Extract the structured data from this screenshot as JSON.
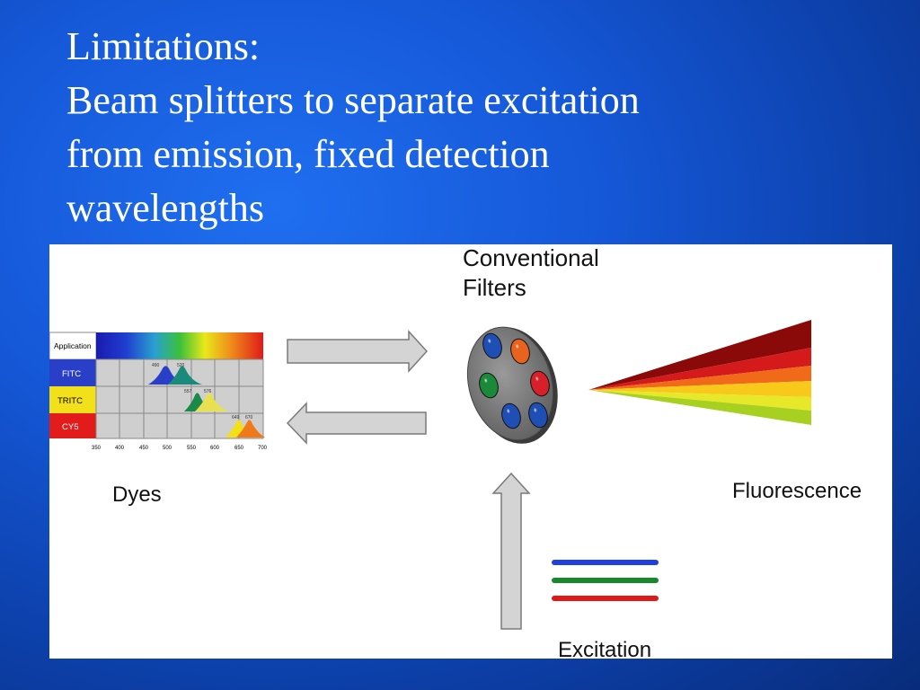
{
  "title": {
    "line1": "Limitations:",
    "line2": "Beam splitters to separate excitation",
    "line3": "from emission, fixed detection",
    "line4": "wavelengths"
  },
  "diagram": {
    "filters_label_line1": "Conventional",
    "filters_label_line2": "Filters",
    "dyes_label": "Dyes",
    "fluorescence_label": "Fluorescence",
    "excitation_label": "Excitation",
    "dye_table": {
      "header": "Application",
      "rows": [
        "FITC",
        "TRITC",
        "CY5"
      ],
      "x_ticks": [
        "350",
        "400",
        "450",
        "500",
        "550",
        "600",
        "650",
        "700"
      ],
      "peak_labels": [
        "490",
        "520",
        "557",
        "576",
        "649",
        "670"
      ]
    },
    "colors": {
      "filter_wheel": "#7a7a7a",
      "filter_lenses": [
        "#1f4fb5",
        "#e8641e",
        "#1a8a3a",
        "#d8202a",
        "#1f4fb5",
        "#1f4fb5"
      ],
      "excitation_lines": [
        "#1f3fe0",
        "#168a2a",
        "#e01818"
      ],
      "fitc": "#2a3fc8",
      "tritc": "#f2e01a",
      "cy5": "#e21b1b"
    }
  }
}
